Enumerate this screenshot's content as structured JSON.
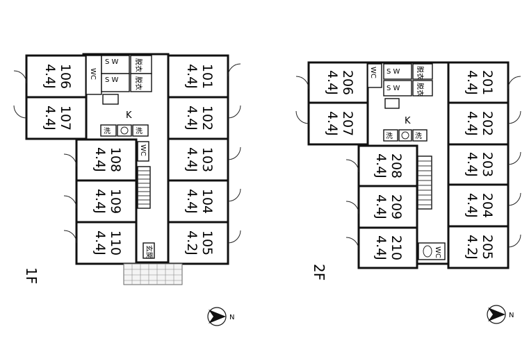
{
  "floors": [
    {
      "label": "1F",
      "rooms": [
        {
          "number": "106",
          "size": "4.4J"
        },
        {
          "number": "107",
          "size": "4.4J"
        },
        {
          "number": "101",
          "size": "4.4J"
        },
        {
          "number": "102",
          "size": "4.4J"
        },
        {
          "number": "103",
          "size": "4.4J"
        },
        {
          "number": "104",
          "size": "4.4J"
        },
        {
          "number": "105",
          "size": "4.2J"
        },
        {
          "number": "108",
          "size": "4.4J"
        },
        {
          "number": "109",
          "size": "4.4J"
        },
        {
          "number": "110",
          "size": "4.4J"
        }
      ],
      "wc": "WC",
      "wc2": "WC",
      "sw": "S W",
      "datsui": "脱衣",
      "kitchen": "K",
      "sen": "洗",
      "entrance": "玄関"
    },
    {
      "label": "2F",
      "rooms": [
        {
          "number": "206",
          "size": "4.4J"
        },
        {
          "number": "207",
          "size": "4.4J"
        },
        {
          "number": "201",
          "size": "4.4J"
        },
        {
          "number": "202",
          "size": "4.4J"
        },
        {
          "number": "203",
          "size": "4.4J"
        },
        {
          "number": "204",
          "size": "4.4J"
        },
        {
          "number": "205",
          "size": "4.2J"
        },
        {
          "number": "208",
          "size": "4.4J"
        },
        {
          "number": "209",
          "size": "4.4J"
        },
        {
          "number": "210",
          "size": "4.4J"
        }
      ],
      "wc": "WC",
      "wc2": "WC",
      "sw": "S W",
      "datsui": "脱衣",
      "kitchen": "K",
      "sen": "洗"
    }
  ],
  "compass": {
    "north": "N"
  }
}
